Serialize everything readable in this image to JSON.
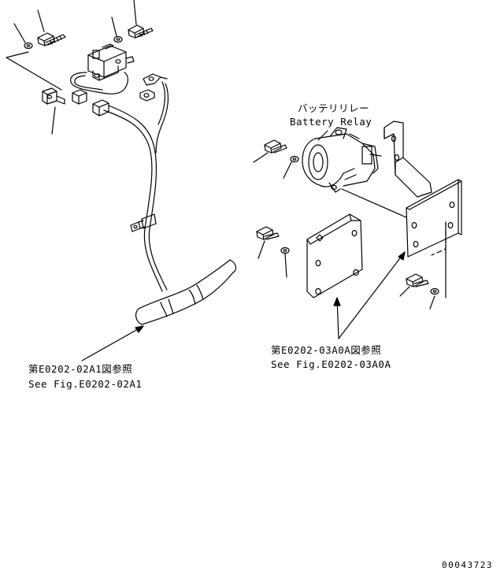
{
  "labels": {
    "battery_relay_jp": "バッテリリレー",
    "battery_relay_en": "Battery Relay",
    "ref1_jp": "第E0202-02A1図参照",
    "ref1_en": "See Fig.E0202-02A1",
    "ref2_jp": "第E0202-03A0A図参照",
    "ref2_en": "See Fig.E0202-03A0A",
    "doc_number": "00043723"
  }
}
